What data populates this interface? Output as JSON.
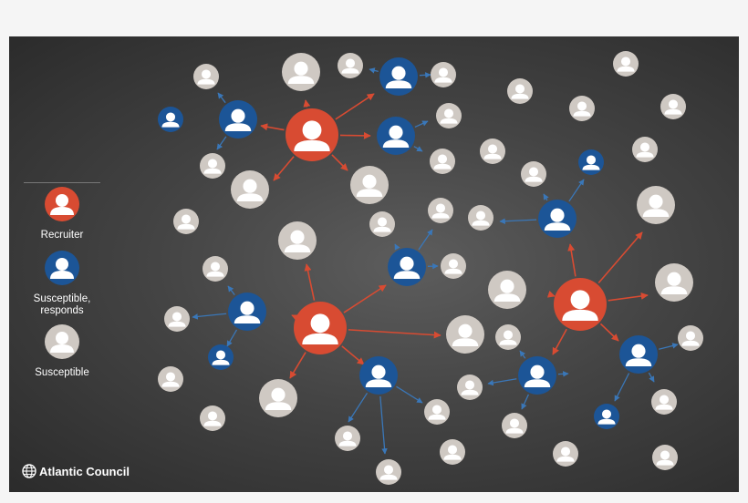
{
  "colors": {
    "recruiter": "#d84b32",
    "responds": "#1c5597",
    "susceptible": "#cfc9c3",
    "figure": "#ffffff",
    "arrow_recruiter": "#d84b32",
    "arrow_responds": "#3a77b8"
  },
  "legend": {
    "recruiter": "Recruiter",
    "responds_line1": "Susceptible,",
    "responds_line2": "responds",
    "susceptible": "Susceptible"
  },
  "brand": {
    "name": "Atlantic Council",
    "icon": "globe-icon"
  }
}
